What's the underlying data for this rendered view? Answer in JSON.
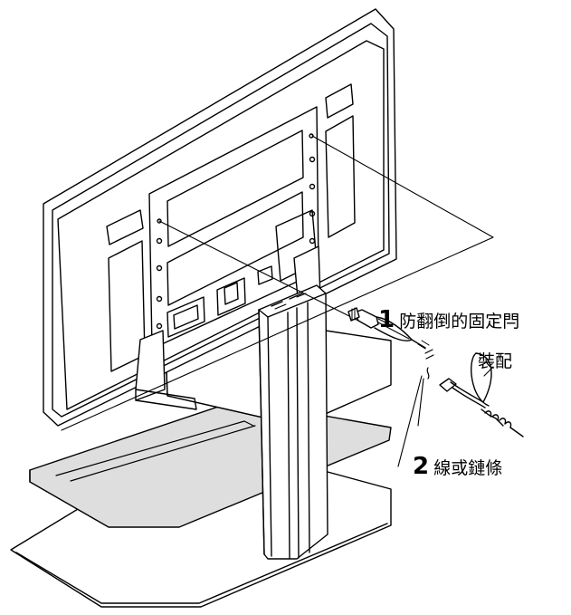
{
  "callouts": {
    "anti_topple_bracket": {
      "number": "1",
      "label": "防翻倒的固定閂"
    },
    "assembly": {
      "label": "裝配"
    },
    "wire_or_chain": {
      "number": "2",
      "label": "線或鏈條"
    }
  },
  "colors": {
    "line": "#000000",
    "shelf_shade": "#dedede",
    "background": "#ffffff"
  }
}
